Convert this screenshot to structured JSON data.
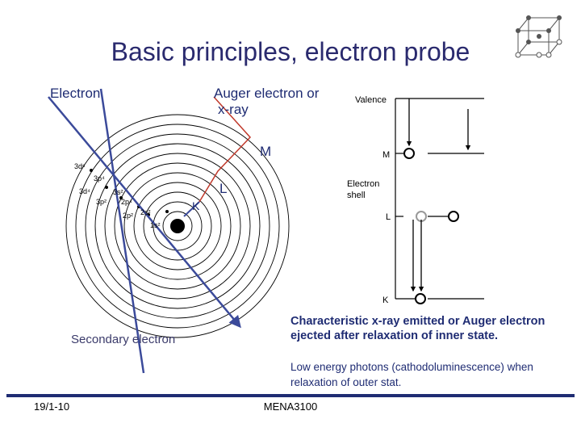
{
  "title": "Basic principles, electron probe",
  "labels": {
    "electron": "Electron",
    "auger": "Auger electron or",
    "auger2": "x-ray",
    "valence": "Valence",
    "shell_m": "M",
    "shell_l": "L",
    "shell_k": "K",
    "shell_m_right": "M",
    "shell_l_right": "L",
    "shell_k_right": "K",
    "electron_shell_1": "Electron",
    "electron_shell_2": "shell",
    "secondary": "Secondary electron"
  },
  "orbitals": {
    "o3d6": "3d⁶",
    "o3p4": "3p⁴",
    "o3d4": "3d⁴",
    "o3s2": "3s²",
    "o3p2": "3p²",
    "o2p4": "2p⁴",
    "o2p2": "2p²",
    "o2s2": "2s²",
    "o1s2": "1s²"
  },
  "notes": {
    "bold": "Characteristic x-ray emitted or Auger electron ejected after relaxation of inner state.",
    "plain": "Low energy photons (cathodoluminescence) when relaxation of outer stat."
  },
  "footer": {
    "date": "19/1-10",
    "course": "MENA3100"
  },
  "colors": {
    "accent": "#1f2c73",
    "arrow": "#3b4a9a",
    "connector": "#c0392b"
  }
}
